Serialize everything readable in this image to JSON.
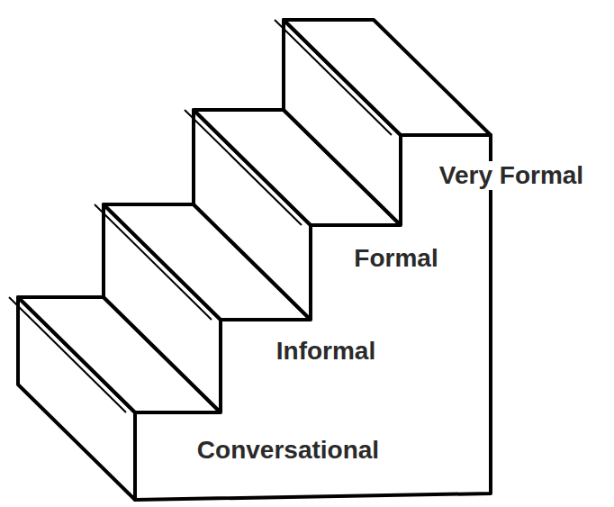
{
  "diagram": {
    "labels": [
      "Very Formal",
      "Formal",
      "Informal",
      "Conversational"
    ]
  }
}
